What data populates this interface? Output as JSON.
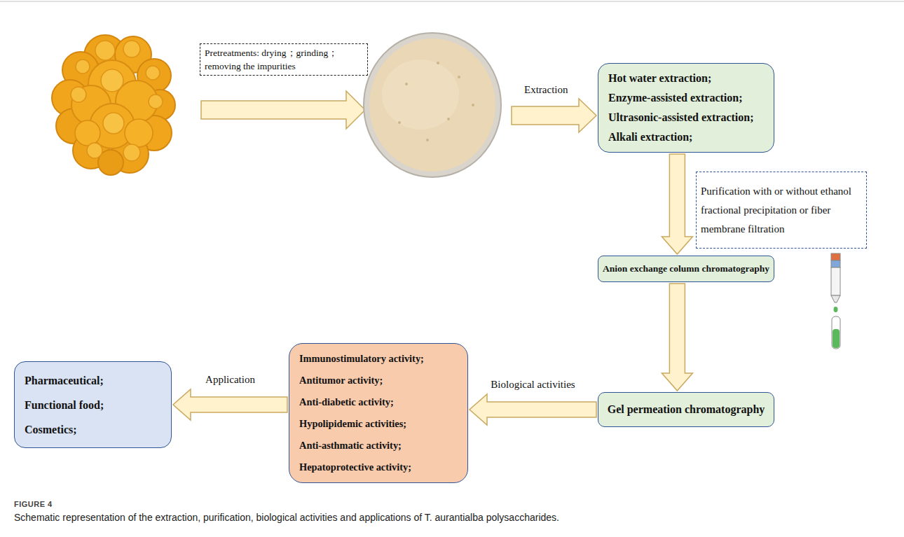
{
  "diagram": {
    "caption": "Schematic representation of the extraction, purification, biological activities and applications of T. aurantialba polysaccharides.",
    "nodes": [
      {
        "text": [
          "Pretreatments: drying；grinding；removing the impurities"
        ]
      },
      {
        "text": [
          "Hot water extraction;",
          "Enzyme-assisted extraction;",
          "Ultrasonic-assisted extraction;",
          "Alkali extraction;"
        ]
      },
      {
        "text": [
          "Purification with or without ethanol fractional precipitation or fiber membrane filtration"
        ]
      },
      {
        "text": [
          "Anion exchange column chromatography"
        ]
      },
      {
        "text": [
          "Gel permeation chromatography"
        ]
      },
      {
        "text": [
          "Immunostimulatory activity;",
          "Antitumor activity;",
          "Anti-diabetic activity;",
          "Hypolipidemic activities;",
          "Anti-asthmatic activity;",
          "Hepatoprotective activity;"
        ]
      },
      {
        "text": [
          "Pharmaceutical;",
          "Functional food;",
          "Cosmetics;"
        ]
      }
    ],
    "edges": [
      {
        "from": 1,
        "to": 3,
        "arrow": "to"
      },
      {
        "from": 3,
        "to": 4,
        "arrow": "to"
      },
      {
        "from": 4,
        "to": 5,
        "arrow": "to",
        "label": "Biological activities"
      },
      {
        "from": 5,
        "to": 6,
        "arrow": "to",
        "label": "Application"
      }
    ],
    "labels": [
      "Extraction",
      "FIGURE 4"
    ]
  }
}
